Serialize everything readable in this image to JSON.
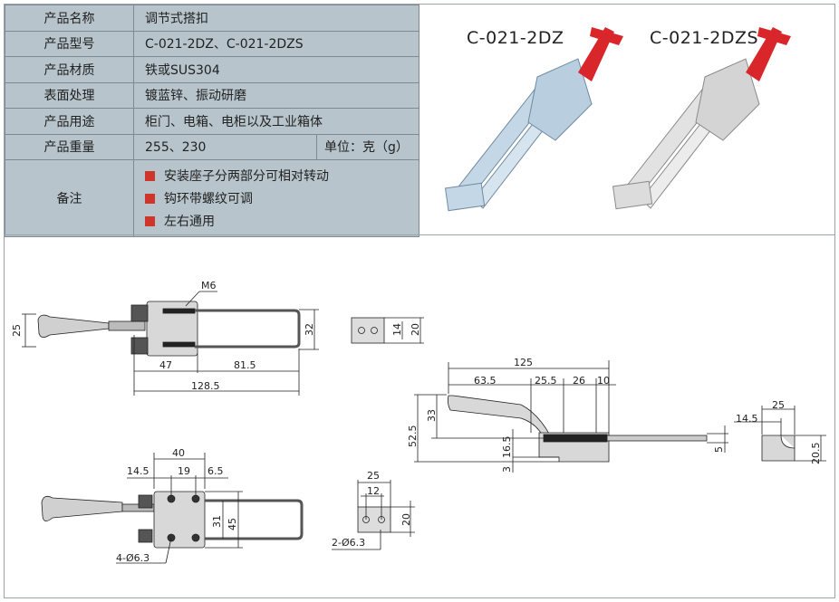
{
  "spec": {
    "rows": [
      {
        "label": "产品名称",
        "value": "调节式搭扣"
      },
      {
        "label": "产品型号",
        "value": "C-021-2DZ、C-021-2DZS"
      },
      {
        "label": "产品材质",
        "value": "铁或SUS304"
      },
      {
        "label": "表面处理",
        "value": "镀蓝锌、振动研磨"
      },
      {
        "label": "产品用途",
        "value": "柜门、电箱、电柜以及工业箱体"
      },
      {
        "label": "产品重量",
        "value": "255、230",
        "unit": "单位：克（g）"
      }
    ],
    "notes_label": "备注",
    "notes": [
      "安装座子分两部分可相对转动",
      "钩环带螺纹可调",
      "左右通用"
    ]
  },
  "photos": {
    "model_a": "C-021-2DZ",
    "model_b": "C-021-2DZS"
  },
  "colors": {
    "table_bg": "#b7c4cb",
    "bullet": "#d0352b",
    "handle": "#d8262b"
  },
  "dims": {
    "top": {
      "thread": "M6",
      "h25": "25",
      "h32": "32",
      "d47": "47",
      "d81": "81.5",
      "d128": "128.5"
    },
    "block1": {
      "h14": "14",
      "h20": "20"
    },
    "bottom": {
      "d40": "40",
      "d14": "14.5",
      "d19": "19",
      "d6": "6.5",
      "h31": "31",
      "h45": "45",
      "holes": "4-Ø6.3"
    },
    "block2": {
      "w25": "25",
      "w12": "12",
      "h20": "20",
      "holes": "2-Ø6.3"
    },
    "side": {
      "d125": "125",
      "d63": "63.5",
      "d25": "25.5",
      "d26": "26",
      "d10": "10",
      "h52": "52.5",
      "h33": "33",
      "h16": "16.5",
      "h3": "3",
      "h5": "5"
    },
    "hook": {
      "w25": "25",
      "w14": "14.5",
      "h20": "20.5"
    }
  }
}
